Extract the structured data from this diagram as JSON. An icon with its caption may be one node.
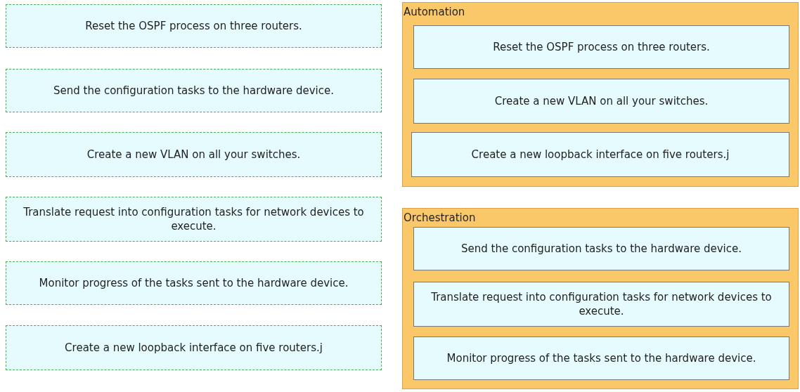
{
  "diagram": {
    "nodes": [
      {
        "text": [
          "Reset the OSPF process on three routers."
        ]
      },
      {
        "text": [
          "Send the configuration tasks to the hardware device."
        ]
      },
      {
        "text": [
          "Create a new VLAN on all your switches."
        ]
      },
      {
        "text": [
          "Translate request into configuration tasks for network devices to execute."
        ]
      },
      {
        "text": [
          "Monitor progress of the tasks sent to the hardware device."
        ]
      },
      {
        "text": [
          "Create a new loopback interface on five routers.j"
        ]
      },
      {
        "text": [
          "Automation"
        ]
      },
      {
        "text": [
          "Reset the OSPF process on three routers."
        ],
        "in": 6
      },
      {
        "text": [
          "Create a new VLAN on all your switches."
        ],
        "in": 6
      },
      {
        "text": [
          "Create a new loopback interface on five routers.j"
        ],
        "in": 6
      },
      {
        "text": [
          "Orchestration"
        ]
      },
      {
        "text": [
          "Send the configuration tasks to the hardware device."
        ],
        "in": 10
      },
      {
        "text": [
          "Translate request into configuration tasks for network devices to execute."
        ],
        "in": 10
      },
      {
        "text": [
          "Monitor progress of the tasks sent to the hardware device."
        ],
        "in": 10
      }
    ]
  }
}
